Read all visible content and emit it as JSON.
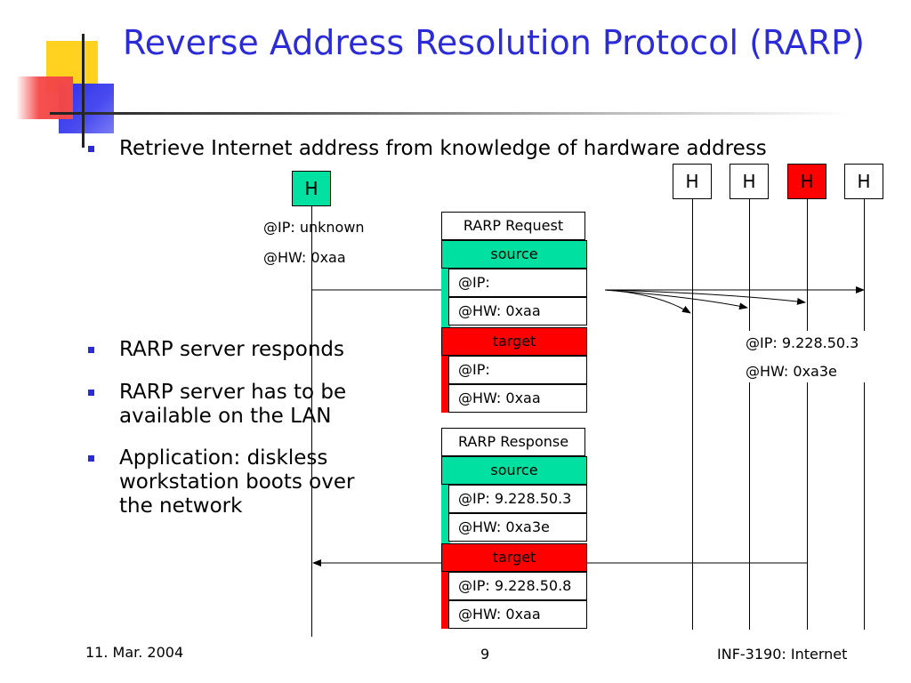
{
  "title": "Reverse Address Resolution Protocol (RARP)",
  "bullets": {
    "b1": "Retrieve Internet address from knowledge of hardware address",
    "b2": "RARP server responds",
    "b3": "RARP server has to be available on the LAN",
    "b4": "Application: diskless workstation boots over the network"
  },
  "hosts": {
    "client": "H",
    "h1": "H",
    "h2": "H",
    "server": "H",
    "h4": "H"
  },
  "client_info": {
    "ip": "@IP: unknown",
    "hw": "@HW: 0xaa"
  },
  "server_info": {
    "ip": "@IP: 9.228.50.3",
    "hw": "@HW: 0xa3e"
  },
  "request": {
    "title": "RARP Request",
    "source_label": "source",
    "source_ip": "@IP:",
    "source_hw": "@HW: 0xaa",
    "target_label": "target",
    "target_ip": "@IP:",
    "target_hw": "@HW: 0xaa"
  },
  "response": {
    "title": "RARP Response",
    "source_label": "source",
    "source_ip": "@IP: 9.228.50.3",
    "source_hw": "@HW: 0xa3e",
    "target_label": "target",
    "target_ip": "@IP: 9.228.50.8",
    "target_hw": "@HW: 0xaa"
  },
  "footer": {
    "date": "11. Mar. 2004",
    "page": "9",
    "course": "INF-3190: Internet"
  },
  "colors": {
    "title": "#2b2bd8",
    "green": "#00e0a0",
    "red": "#ff0000"
  }
}
